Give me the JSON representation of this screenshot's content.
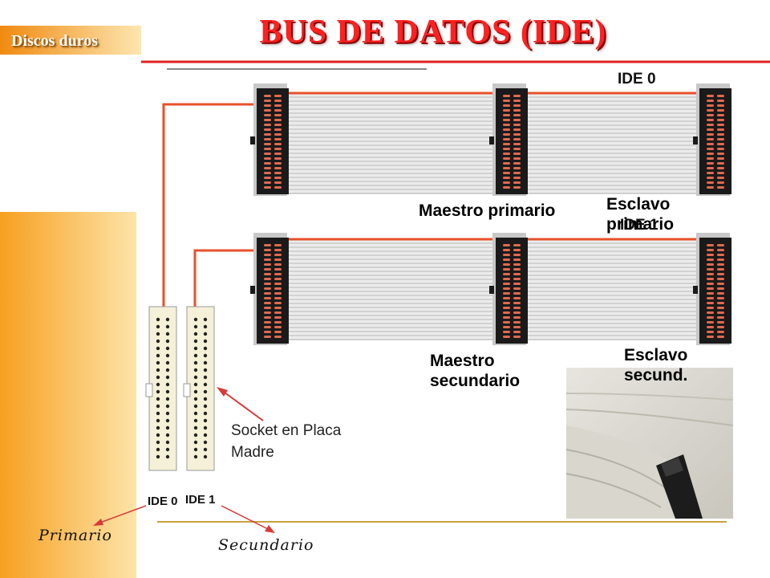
{
  "header": {
    "topic": "Discos duros",
    "title": "BUS DE DATOS (IDE)"
  },
  "diagram": {
    "bus_top_label": "IDE 0",
    "bus_bottom_label": "IDE 1",
    "labels": {
      "primary_master": "Maestro primario",
      "primary_slave_line1": "Esclavo",
      "primary_slave_line2": "primario",
      "secondary_master_line1": "Maestro",
      "secondary_master_line2": "secundario",
      "secondary_slave_line1": "Esclavo",
      "secondary_slave_line2": "secund."
    },
    "socket_line1": "Socket en Placa",
    "socket_line2": "Madre",
    "motherboard_ide0": "IDE 0",
    "motherboard_ide1": "IDE 1"
  },
  "footer": {
    "primary_caption": "Primario",
    "secondary_caption": "Secundario"
  },
  "colors": {
    "title_red": "#ff2020",
    "sidebar_orange": "#f7a828",
    "sidebar_light": "#fde6b0",
    "red_wire": "#e8502a",
    "gold_line": "#c8a040",
    "arrow": "#d83a3a"
  }
}
